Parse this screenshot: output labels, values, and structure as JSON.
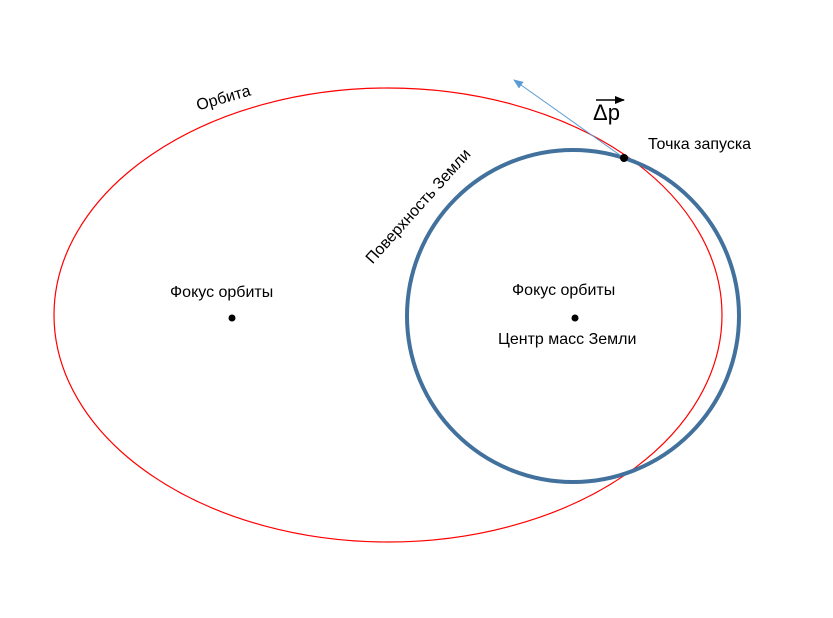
{
  "labels": {
    "orbit": "Орбита",
    "earth_surface": "Поверхность Земли",
    "launch_point": "Точка запуска",
    "delta_p": "Δp",
    "focus_left": "Фокус орбиты",
    "focus_right": "Фокус орбиты",
    "earth_center": "Центр масс Земли"
  },
  "colors": {
    "orbit": "#ff0000",
    "earth": "#41719c",
    "vector": "#5b9bd5"
  }
}
